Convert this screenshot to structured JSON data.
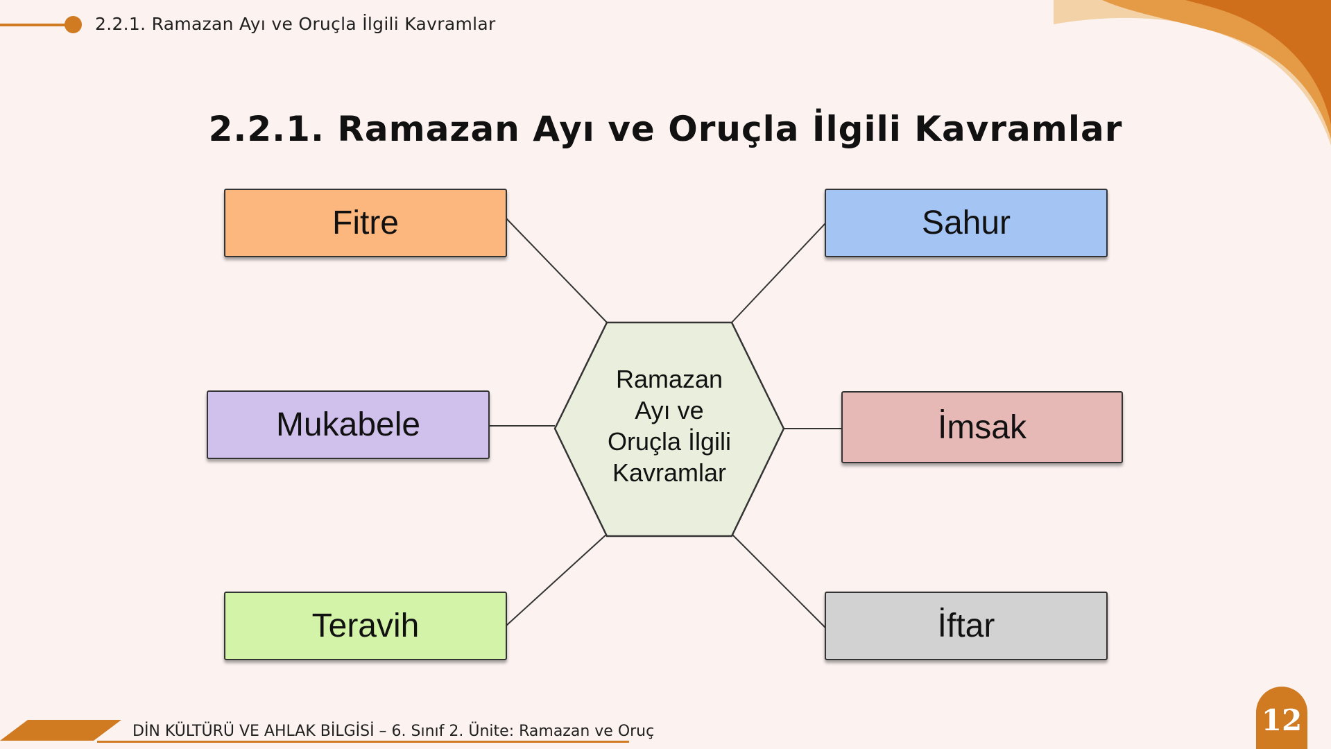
{
  "header": {
    "breadcrumb": "2.2.1. Ramazan Ayı ve Oruçla İlgili Kavramlar"
  },
  "title": "2.2.1. Ramazan Ayı ve Oruçla İlgili Kavramlar",
  "diagram": {
    "center": {
      "line1": "Ramazan",
      "line2": "Ayı ve",
      "line3": "Oruçla İlgili",
      "line4": "Kavramlar",
      "color": "#e9efdc"
    },
    "nodes": [
      {
        "label": "Fitre",
        "color": "#fbb77e"
      },
      {
        "label": "Sahur",
        "color": "#a4c5f4"
      },
      {
        "label": "Mukabele",
        "color": "#cfc0ec"
      },
      {
        "label": "İmsak",
        "color": "#e6b9b6"
      },
      {
        "label": "Teravih",
        "color": "#d3f3a8"
      },
      {
        "label": "İftar",
        "color": "#d2d2d2"
      }
    ]
  },
  "footer": {
    "text": "DİN KÜLTÜRÜ VE AHLAK BİLGİSİ – 6. Sınıf 2. Ünite: Ramazan ve Oruç",
    "page_number": "12"
  },
  "accent_color": "#d07a22"
}
